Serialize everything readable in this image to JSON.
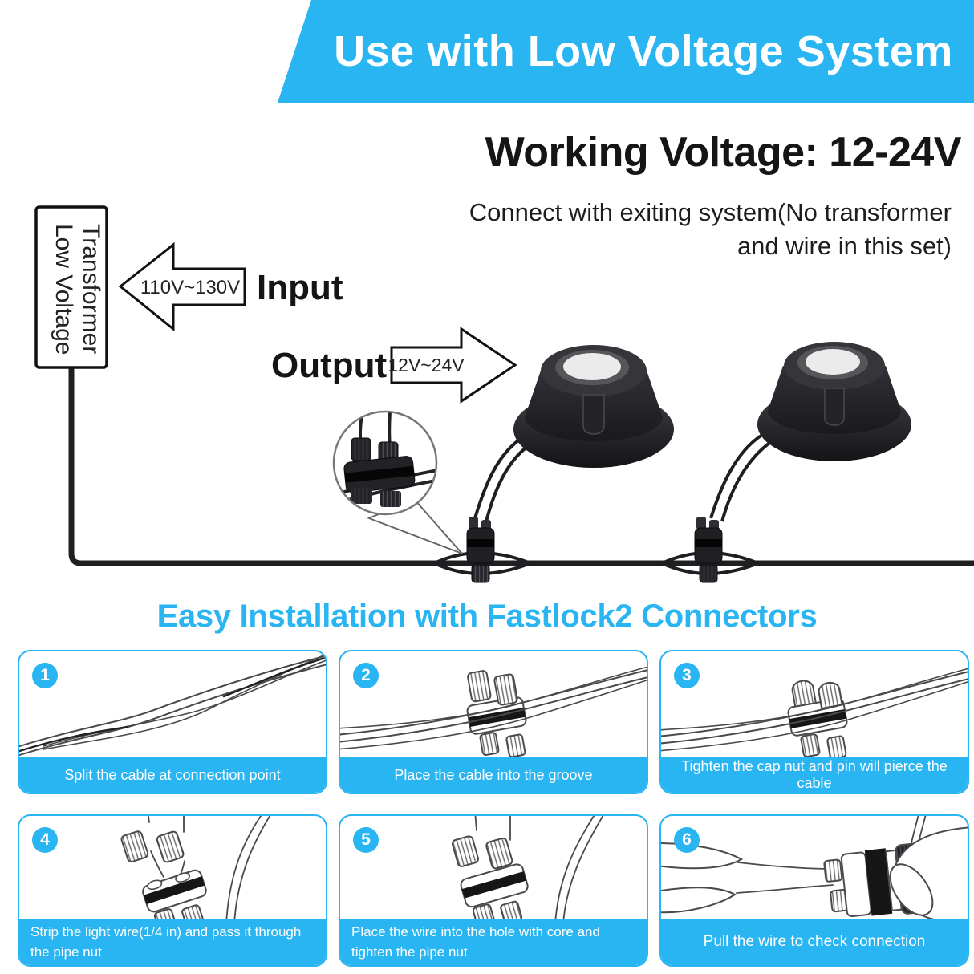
{
  "colors": {
    "accent": "#29b4f2",
    "text": "#1a1a1a",
    "cable": "#1f1f22"
  },
  "banner": {
    "title": "Use with Low Voltage System"
  },
  "intro": {
    "heading": "Working Voltage: 12-24V",
    "sub_line1": "Connect with exiting system(No transformer",
    "sub_line2": "and wire in this set)"
  },
  "diagram": {
    "transformer_line1": "Low Voltage",
    "transformer_line2": "Transformer",
    "input_label": "Input",
    "input_value": "110V~130V",
    "output_label": "Output",
    "output_value": "12V~24V"
  },
  "section": {
    "heading": "Easy Installation with Fastlock2 Connectors"
  },
  "steps": [
    {
      "number": "1",
      "caption": "Split the cable at connection point"
    },
    {
      "number": "2",
      "caption": "Place the cable into the groove"
    },
    {
      "number": "3",
      "caption": "Tighten the cap nut and pin will pierce the cable"
    },
    {
      "number": "4",
      "caption": "Strip the light wire(1/4 in) and pass it through the pipe nut"
    },
    {
      "number": "5",
      "caption": "Place the wire into the hole with core and tighten the pipe nut"
    },
    {
      "number": "6",
      "caption": "Pull the wire to check connection"
    }
  ]
}
